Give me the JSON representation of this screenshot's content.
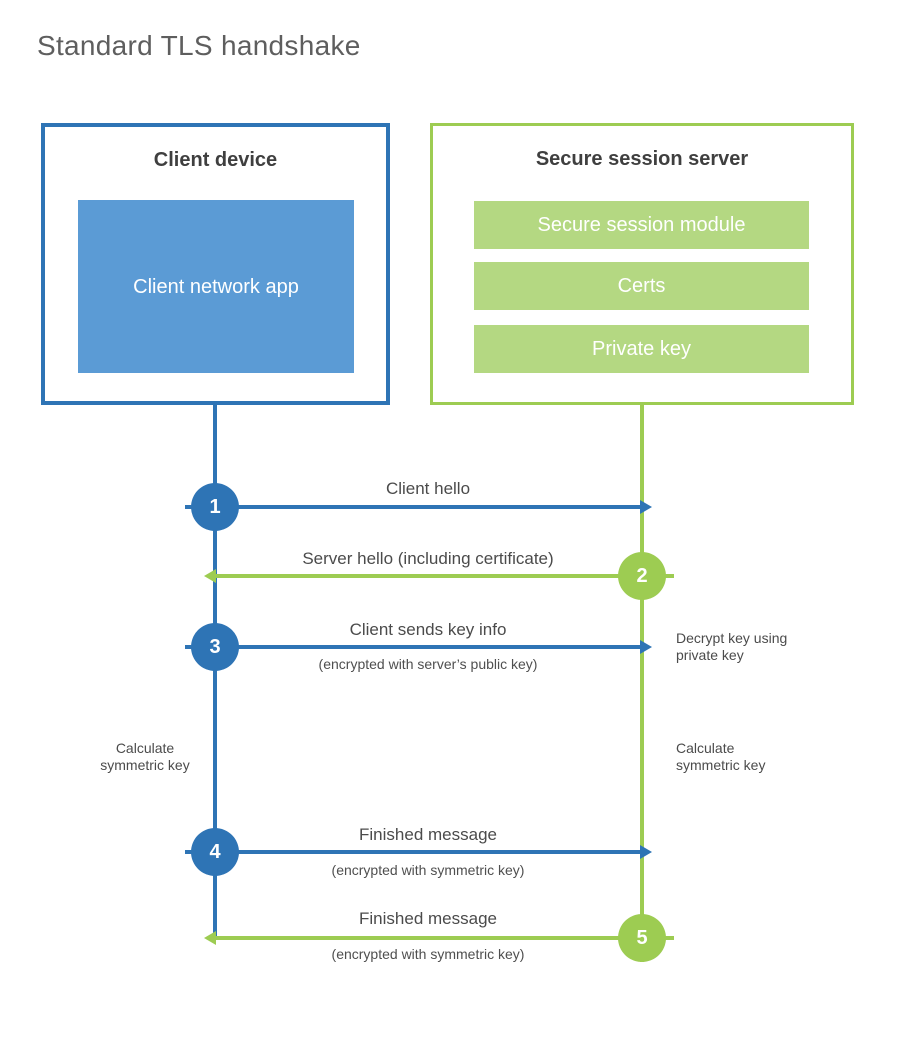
{
  "title": "Standard TLS handshake",
  "client_box": {
    "title": "Client device",
    "app_label": "Client network app"
  },
  "server_box": {
    "title": "Secure session server",
    "modules": [
      "Secure session module",
      "Certs",
      "Private key"
    ]
  },
  "steps": [
    {
      "number": "1",
      "label": "Client hello",
      "sublabel": "",
      "direction": "right",
      "color": "blue"
    },
    {
      "number": "2",
      "label": "Server hello (including certificate)",
      "sublabel": "",
      "direction": "left",
      "color": "green"
    },
    {
      "number": "3",
      "label": "Client sends key info",
      "sublabel": "(encrypted with server’s public key)",
      "direction": "right",
      "color": "blue"
    },
    {
      "number": "4",
      "label": "Finished message",
      "sublabel": "(encrypted with symmetric key)",
      "direction": "right",
      "color": "blue"
    },
    {
      "number": "5",
      "label": "Finished message",
      "sublabel": "(encrypted with symmetric key)",
      "direction": "left",
      "color": "green"
    }
  ],
  "annotations": {
    "decrypt": "Decrypt key using private key",
    "calc_left": "Calculate symmetric key",
    "calc_right": "Calculate symmetric key"
  },
  "colors": {
    "client_blue": "#2e74b5",
    "client_fill_blue": "#5b9bd5",
    "server_green": "#9dcc52",
    "server_fill_green": "#b4d882",
    "text_dark": "#3f3f3f",
    "text_label": "#4b4b4b",
    "title_gray": "#5e5e5e"
  }
}
